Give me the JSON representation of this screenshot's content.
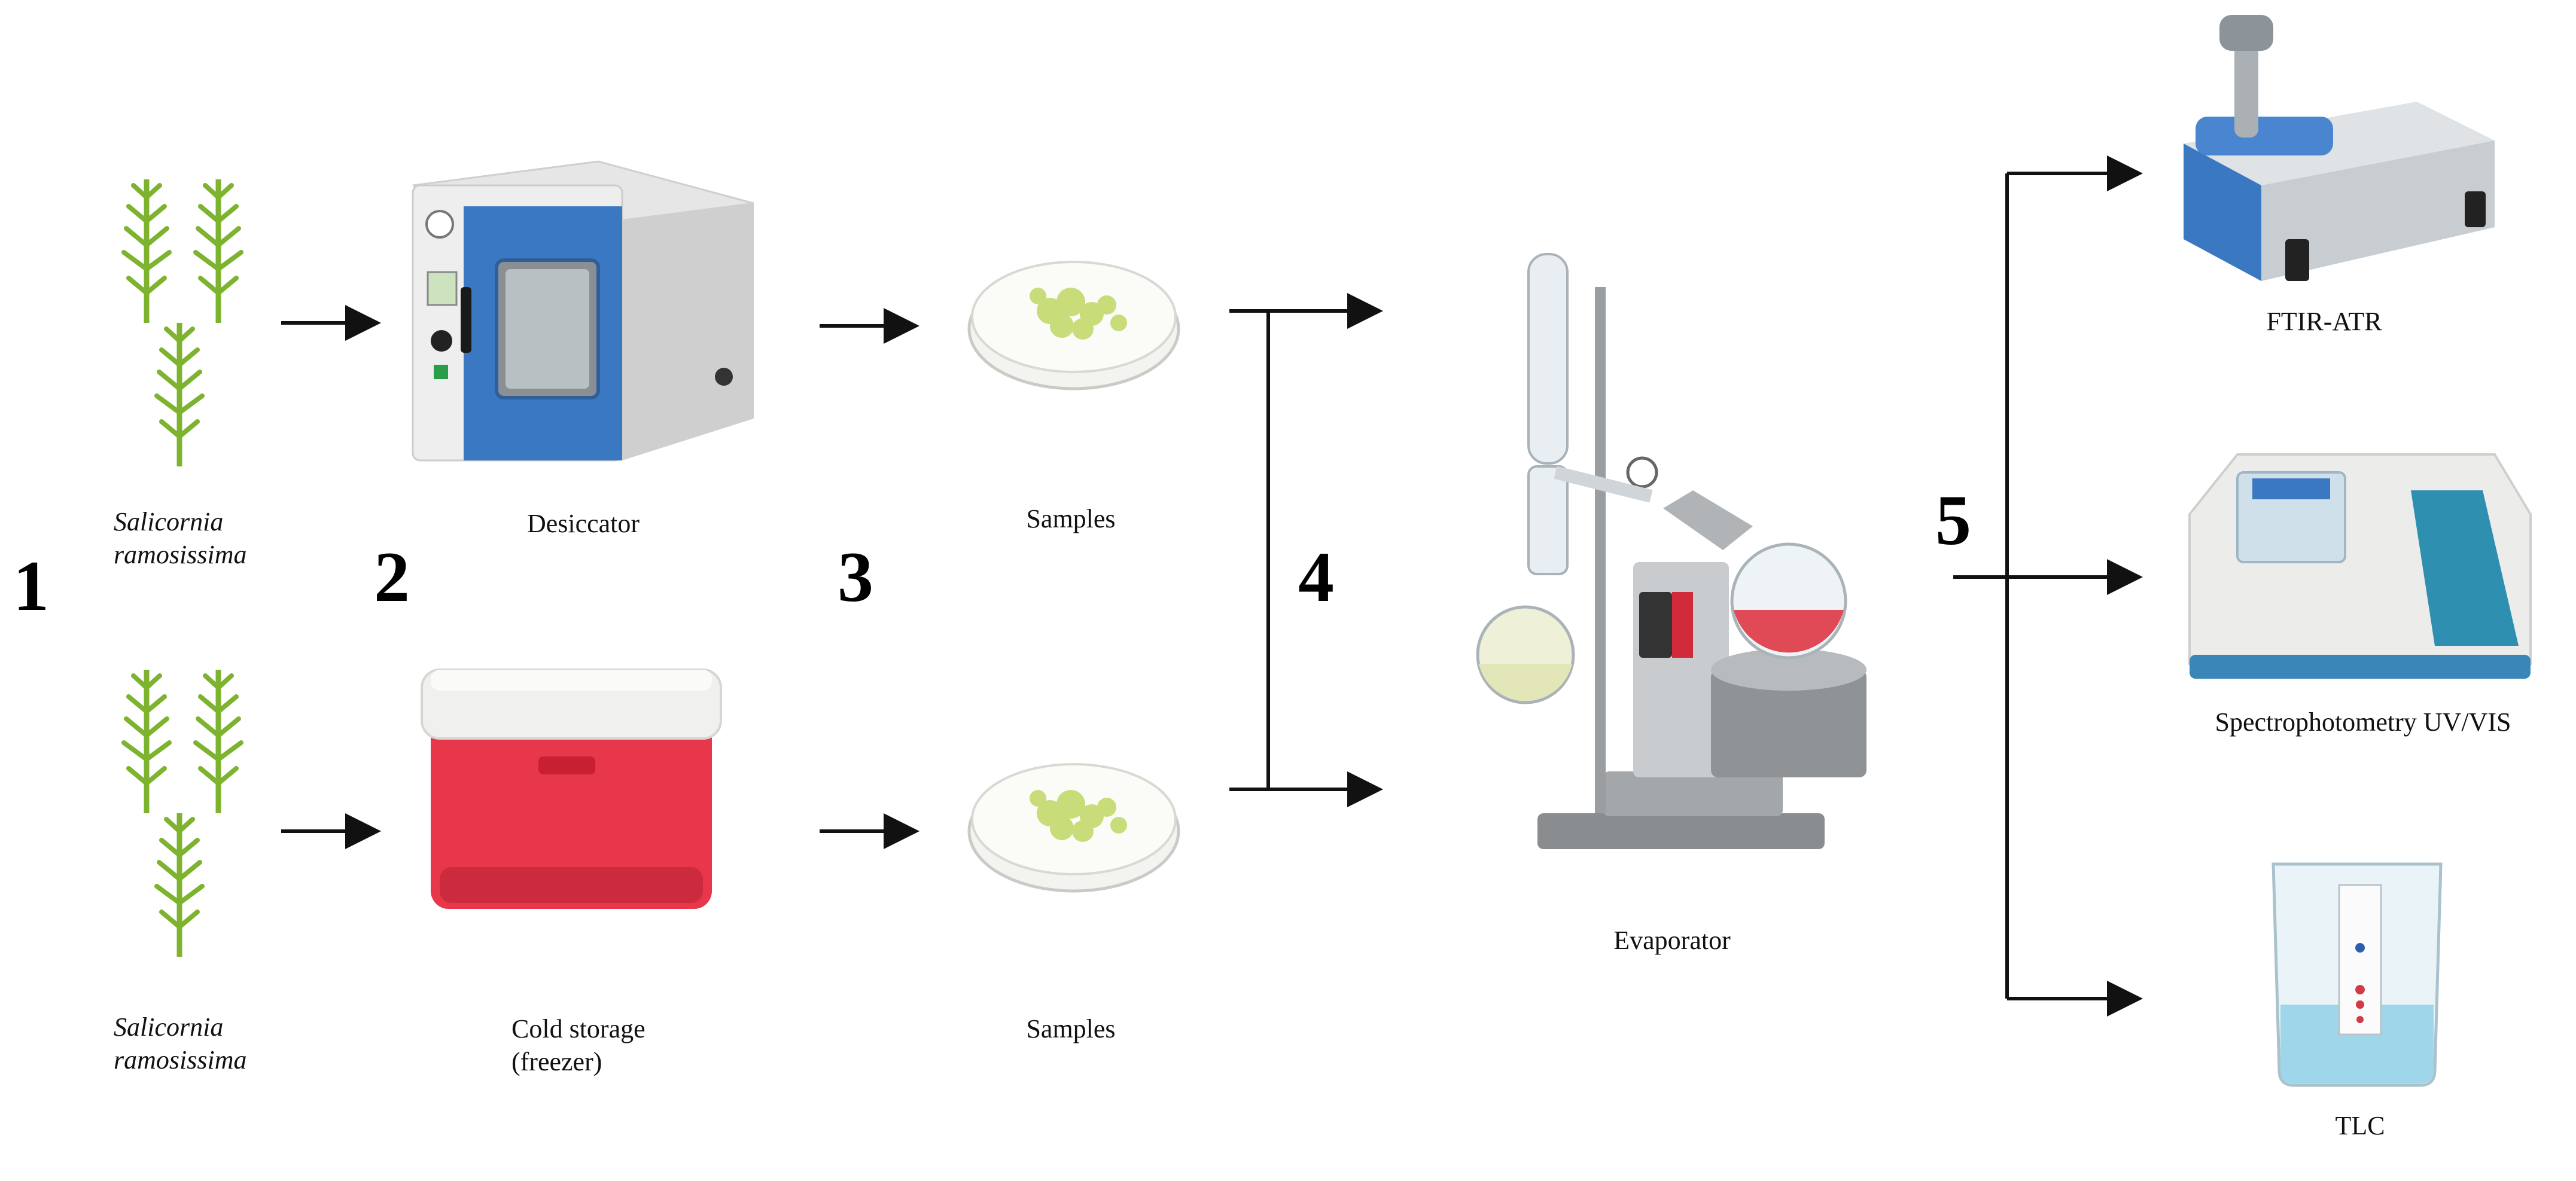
{
  "steps": [
    "1",
    "2",
    "3",
    "4",
    "5"
  ],
  "plant": {
    "name_line1": "Salicornia",
    "name_line2": "ramosissima"
  },
  "upper_path": {
    "device": "Desiccator",
    "product": "Samples"
  },
  "lower_path": {
    "device_line1": "Cold storage",
    "device_line2": "(freezer)",
    "product": "Samples"
  },
  "evaporator": "Evaporator",
  "analyses": [
    "FTIR-ATR",
    "Spectrophotometry UV/VIS",
    "TLC"
  ],
  "colors": {
    "plant_green": "#7db32e",
    "oven_blue": "#3a78c2",
    "cooler_red": "#e8364a",
    "flask_liquid": "#e04a57",
    "arrow": "#111111"
  }
}
